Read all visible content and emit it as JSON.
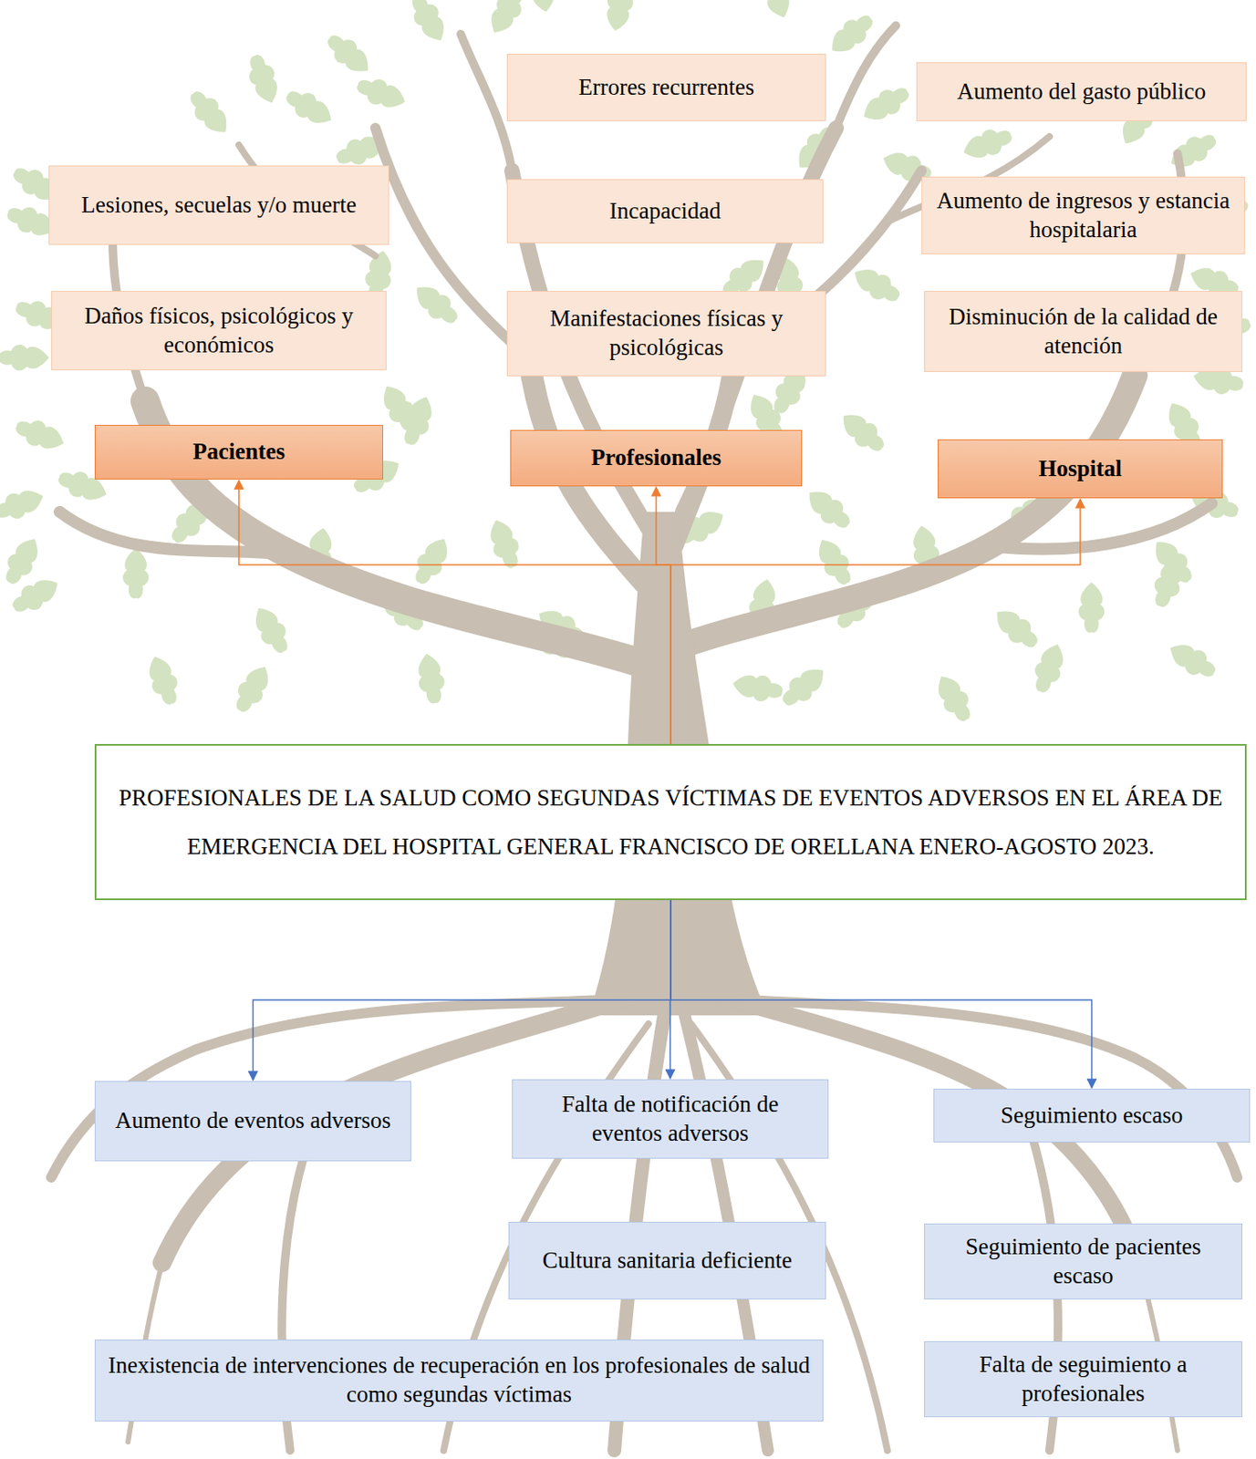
{
  "diagram": {
    "nodes": [
      {
        "text": [
          "Errores recurrentes"
        ]
      },
      {
        "text": [
          "Aumento del gasto público"
        ]
      },
      {
        "text": [
          "Lesiones, secuelas y/o muerte"
        ]
      },
      {
        "text": [
          "Incapacidad"
        ]
      },
      {
        "text": [
          "Aumento de ingresos y estancia hospitalaria"
        ]
      },
      {
        "text": [
          "Daños físicos, psicológicos y económicos"
        ]
      },
      {
        "text": [
          "Manifestaciones físicas y psicológicas"
        ]
      },
      {
        "text": [
          "Disminución de la calidad de atención"
        ]
      },
      {
        "text": [
          "Pacientes"
        ]
      },
      {
        "text": [
          "Profesionales"
        ]
      },
      {
        "text": [
          "Hospital"
        ]
      },
      {
        "text": [
          "PROFESIONALES DE LA SALUD COMO SEGUNDAS VÍCTIMAS DE EVENTOS ADVERSOS EN EL ÁREA DE EMERGENCIA DEL HOSPITAL GENERAL FRANCISCO DE ORELLANA ENERO-AGOSTO 2023."
        ]
      },
      {
        "text": [
          "Aumento de eventos adversos"
        ]
      },
      {
        "text": [
          "Falta de notificación de eventos adversos"
        ]
      },
      {
        "text": [
          "Seguimiento escaso"
        ]
      },
      {
        "text": [
          "Cultura sanitaria deficiente"
        ]
      },
      {
        "text": [
          "Seguimiento de pacientes escaso"
        ]
      },
      {
        "text": [
          "Inexistencia de intervenciones de recuperación en los profesionales de salud como segundas víctimas"
        ]
      },
      {
        "text": [
          "Falta de seguimiento a profesionales"
        ]
      }
    ],
    "edges": [
      {
        "from": 11,
        "to": 8,
        "arrow": "to"
      },
      {
        "from": 11,
        "to": 9,
        "arrow": "to"
      },
      {
        "from": 11,
        "to": 10,
        "arrow": "to"
      },
      {
        "from": 11,
        "to": 12,
        "arrow": "to"
      },
      {
        "from": 11,
        "to": 13,
        "arrow": "to"
      },
      {
        "from": 11,
        "to": 14,
        "arrow": "to"
      }
    ]
  }
}
